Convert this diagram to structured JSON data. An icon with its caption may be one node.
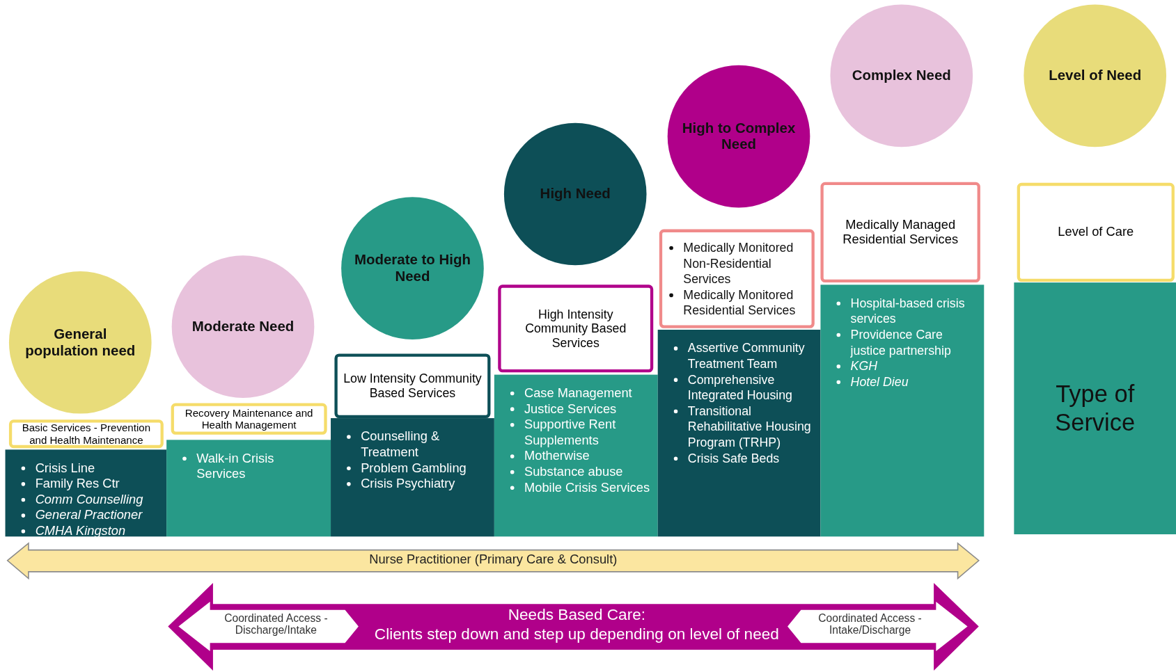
{
  "diagram": {
    "nodes": [
      {
        "text": [
          "General population need"
        ]
      },
      {
        "text": [
          "Basic Services - Prevention and Health Maintenance"
        ]
      },
      {
        "text": [
          "Crisis Line",
          "Family Res Ctr",
          "Comm Counselling",
          "General Practioner",
          "CMHA Kingston"
        ]
      },
      {
        "text": [
          "Moderate Need"
        ]
      },
      {
        "text": [
          "Recovery Maintenance and Health Management"
        ]
      },
      {
        "text": [
          "Walk-in Crisis Services"
        ]
      },
      {
        "text": [
          "Moderate to High Need"
        ]
      },
      {
        "text": [
          "Low Intensity Community Based Services"
        ]
      },
      {
        "text": [
          "Counselling & Treatment",
          "Problem Gambling",
          "Crisis Psychiatry"
        ]
      },
      {
        "text": [
          "High Need"
        ]
      },
      {
        "text": [
          "High Intensity Community Based Services"
        ]
      },
      {
        "text": [
          "Case Management",
          "Justice Services",
          "Supportive Rent Supplements",
          "Motherwise",
          "Substance abuse",
          "Mobile Crisis Services"
        ]
      },
      {
        "text": [
          "High to Complex Need"
        ]
      },
      {
        "text": [
          "Medically Monitored Non-Residential Services",
          "Medically Monitored Residential Services"
        ]
      },
      {
        "text": [
          "Assertive Community Treatment Team",
          "Comprehensive Integrated Housing",
          "Transitional Rehabilitative Housing Program (TRHP)",
          "Crisis Safe Beds"
        ]
      },
      {
        "text": [
          "Complex Need"
        ]
      },
      {
        "text": [
          "Medically Managed Residential Services"
        ]
      },
      {
        "text": [
          "Hospital-based crisis services",
          "Providence Care justice partnership",
          "KGH",
          "Hotel Dieu"
        ]
      },
      {
        "text": [
          "Level of Need"
        ]
      },
      {
        "text": [
          "Level of Care"
        ]
      },
      {
        "text": [
          "Type of Service"
        ]
      },
      {
        "text": [
          "Nurse Practitioner (Primary Care & Consult)"
        ]
      },
      {
        "text": [
          "Needs Based Care:",
          "Clients step down and step up depending on level of need"
        ]
      },
      {
        "text": [
          "Coordinated Access - Discharge/Intake"
        ],
        "in": 22
      },
      {
        "text": [
          "Coordinated Access - Intake/Discharge"
        ],
        "in": 22
      }
    ]
  }
}
